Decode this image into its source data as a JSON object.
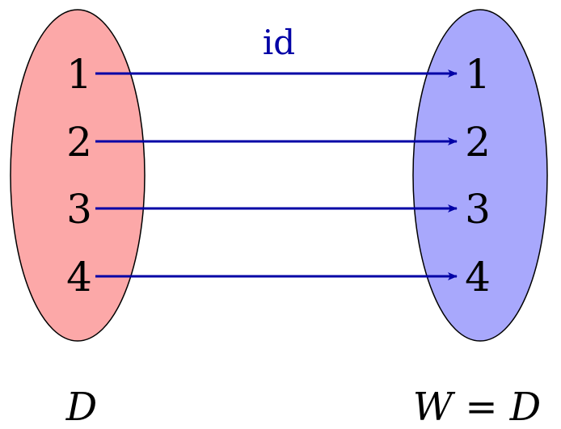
{
  "mapping": {
    "label": "id",
    "color": "#0000a6"
  },
  "domain_set": {
    "label": "D",
    "fill": "#fca8a8",
    "elements": [
      "1",
      "2",
      "3",
      "4"
    ]
  },
  "codomain_set": {
    "label": "W = D",
    "fill": "#a8a8fc",
    "elements": [
      "1",
      "2",
      "3",
      "4"
    ]
  },
  "arrows": [
    {
      "from": "1",
      "to": "1"
    },
    {
      "from": "2",
      "to": "2"
    },
    {
      "from": "3",
      "to": "3"
    },
    {
      "from": "4",
      "to": "4"
    }
  ]
}
